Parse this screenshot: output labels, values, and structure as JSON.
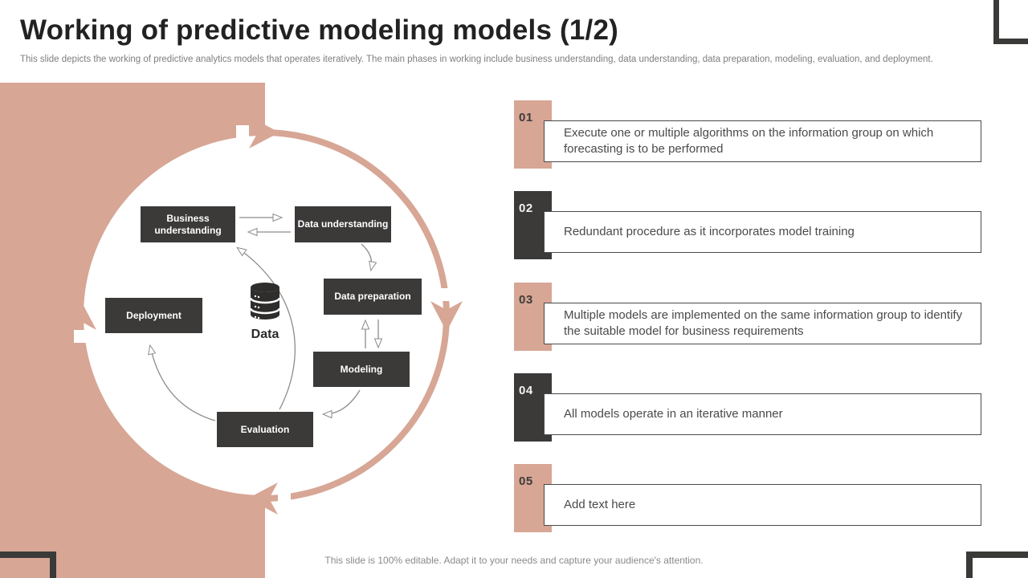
{
  "slide": {
    "title": "Working of predictive modeling models (1/2)",
    "subtitle": "This slide depicts the working of predictive analytics models that operates iteratively.  The main phases in working include business understanding, data understanding, data preparation, modeling, evaluation, and deployment.",
    "footer": "This slide is 100% editable. Adapt it to your needs and capture your audience's attention."
  },
  "colors": {
    "accent": "#d7a695",
    "dark": "#3b3a39",
    "connector_gray": "#8c8c8c"
  },
  "diagram": {
    "center_icon": "database-icon",
    "center_label": "Data",
    "nodes": [
      {
        "id": "business-understanding",
        "label": "Business understanding"
      },
      {
        "id": "data-understanding",
        "label": "Data understanding"
      },
      {
        "id": "data-preparation",
        "label": "Data preparation"
      },
      {
        "id": "modeling",
        "label": "Modeling"
      },
      {
        "id": "evaluation",
        "label": "Evaluation"
      },
      {
        "id": "deployment",
        "label": "Deployment"
      }
    ]
  },
  "items": [
    {
      "number": "01",
      "tile": "accent",
      "text": "Execute one or multiple algorithms on the information group on which forecasting is to be performed"
    },
    {
      "number": "02",
      "tile": "dark",
      "text": "Redundant procedure as it incorporates model training"
    },
    {
      "number": "03",
      "tile": "accent",
      "text": "Multiple models are implemented on the same information group to identify the suitable model for business  requirements"
    },
    {
      "number": "04",
      "tile": "dark",
      "text": "All models operate in an iterative manner"
    },
    {
      "number": "05",
      "tile": "accent",
      "text": "Add text here"
    }
  ]
}
